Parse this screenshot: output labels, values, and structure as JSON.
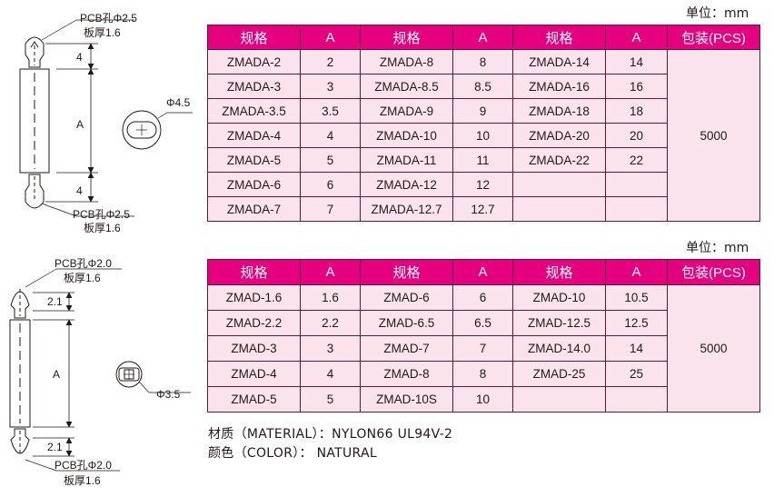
{
  "unit_label": "单位：mm",
  "drawing_top": {
    "pcb_hole_top": "PCB孔Φ2.5",
    "board_thickness_top": "板厚1.6",
    "dim_head_top": "4",
    "dim_body": "A",
    "dim_head_bottom": "4",
    "pcb_hole_bottom": "PCB孔Φ2.5",
    "board_thickness_bottom": "板厚1.6",
    "hole_diameter": "Φ4.5"
  },
  "drawing_bottom": {
    "pcb_hole_top": "PCB孔Φ2.0",
    "board_thickness_top": "板厚1.6",
    "dim_head_top": "2.1",
    "dim_body": "A",
    "dim_head_bottom": "2.1",
    "pcb_hole_bottom": "PCB孔Φ2.0",
    "board_thickness_bottom": "板厚1.6",
    "hole_diameter": "Φ3.5"
  },
  "table_top": {
    "headers": [
      "规格",
      "A",
      "规格",
      "A",
      "规格",
      "A",
      "包装(PCS)"
    ],
    "rows": [
      [
        "ZMADA-2",
        "2",
        "ZMADA-8",
        "8",
        "ZMADA-14",
        "14"
      ],
      [
        "ZMADA-3",
        "3",
        "ZMADA-8.5",
        "8.5",
        "ZMADA-16",
        "16"
      ],
      [
        "ZMADA-3.5",
        "3.5",
        "ZMADA-9",
        "9",
        "ZMADA-18",
        "18"
      ],
      [
        "ZMADA-4",
        "4",
        "ZMADA-10",
        "10",
        "ZMADA-20",
        "20"
      ],
      [
        "ZMADA-5",
        "5",
        "ZMADA-11",
        "11",
        "ZMADA-22",
        "22"
      ],
      [
        "ZMADA-6",
        "6",
        "ZMADA-12",
        "12",
        "",
        ""
      ],
      [
        "ZMADA-7",
        "7",
        "ZMADA-12.7",
        "12.7",
        "",
        ""
      ]
    ],
    "package_qty": "5000"
  },
  "table_bottom": {
    "headers": [
      "规格",
      "A",
      "规格",
      "A",
      "规格",
      "A",
      "包装(PCS)"
    ],
    "rows": [
      [
        "ZMAD-1.6",
        "1.6",
        "ZMAD-6",
        "6",
        "ZMAD-10",
        "10.5"
      ],
      [
        "ZMAD-2.2",
        "2.2",
        "ZMAD-6.5",
        "6.5",
        "ZMAD-12.5",
        "12.5"
      ],
      [
        "ZMAD-3",
        "3",
        "ZMAD-7",
        "7",
        "ZMAD-14.0",
        "14"
      ],
      [
        "ZMAD-4",
        "4",
        "ZMAD-8",
        "8",
        "ZMAD-25",
        "25"
      ],
      [
        "ZMAD-5",
        "5",
        "ZMAD-10S",
        "10",
        "",
        ""
      ]
    ],
    "package_qty": "5000"
  },
  "material_line": "材质（MATERIAL）：NYLON66 UL94V-2",
  "color_line": "颜色（COLOR）： NATURAL",
  "colors": {
    "header_bg": "#e4007f",
    "cell_bg": "#fbe3ee",
    "header_text": "#ffffff"
  }
}
